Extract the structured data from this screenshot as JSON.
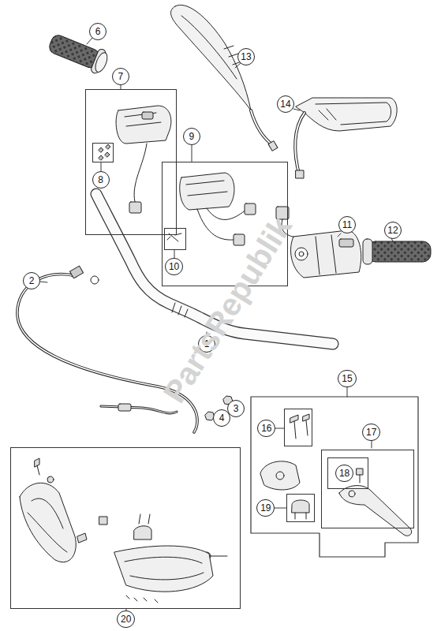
{
  "diagram": {
    "nodes": [
      {
        "text": [
          "6"
        ]
      },
      {
        "text": [
          "13"
        ]
      },
      {
        "text": [
          "7"
        ]
      },
      {
        "text": [
          "8"
        ],
        "in": 2
      },
      {
        "text": [
          "14"
        ]
      },
      {
        "text": [
          "9"
        ]
      },
      {
        "text": [
          "10"
        ],
        "in": 5
      },
      {
        "text": [
          "11"
        ]
      },
      {
        "text": [
          "12"
        ]
      },
      {
        "text": [
          "2"
        ]
      },
      {
        "text": [
          "1"
        ]
      },
      {
        "text": [
          "3"
        ]
      },
      {
        "text": [
          "4"
        ]
      },
      {
        "text": [
          "15"
        ]
      },
      {
        "text": [
          "16"
        ],
        "in": 13
      },
      {
        "text": [
          "17"
        ],
        "in": 13
      },
      {
        "text": [
          "18"
        ],
        "in": 15
      },
      {
        "text": [
          "19"
        ],
        "in": 13
      },
      {
        "text": [
          "20"
        ]
      }
    ],
    "labels": [
      "PartsRepublik"
    ]
  }
}
